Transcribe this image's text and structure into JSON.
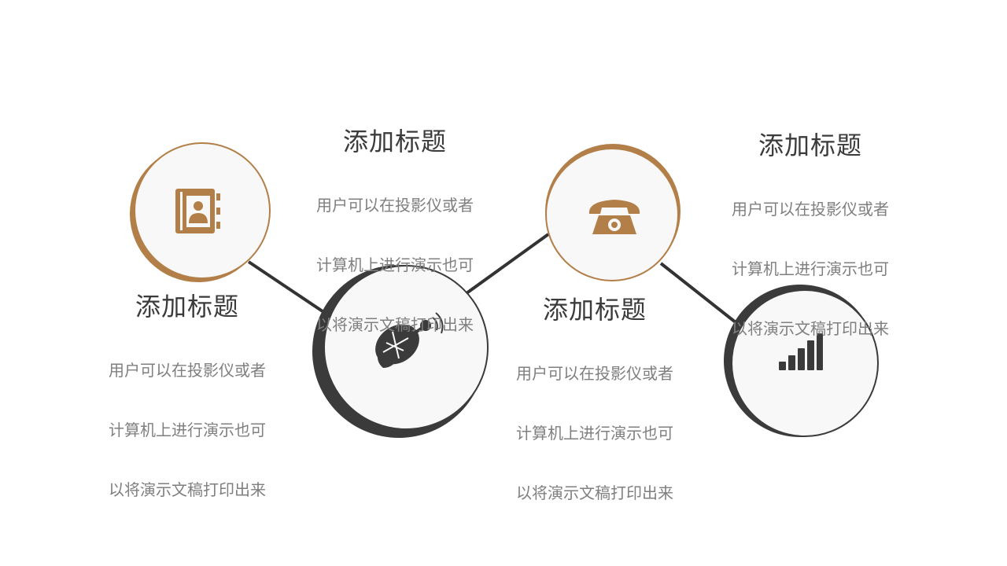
{
  "colors": {
    "accent_brown": "#b37f49",
    "accent_dark": "#3b3b3b",
    "circle_fill": "#f8f8f8",
    "connector": "#333333",
    "title_text": "#3b3b3b",
    "body_text": "#7f7f7f",
    "background": "#ffffff"
  },
  "nodes": [
    {
      "id": "node-1",
      "icon": "address-book-icon",
      "ring_color": "brown"
    },
    {
      "id": "node-2",
      "icon": "satellite-dish-icon",
      "ring_color": "dark"
    },
    {
      "id": "node-3",
      "icon": "telephone-icon",
      "ring_color": "brown"
    },
    {
      "id": "node-4",
      "icon": "signal-bars-icon",
      "ring_color": "dark"
    }
  ],
  "text_blocks": [
    {
      "title": "添加标题",
      "lines": [
        "用户可以在投影仪或者",
        "计算机上进行演示也可",
        "以将演示文稿打印出来"
      ]
    },
    {
      "title": "添加标题",
      "lines": [
        "用户可以在投影仪或者",
        "计算机上进行演示也可",
        "以将演示文稿打印出来"
      ]
    },
    {
      "title": "添加标题",
      "lines": [
        "用户可以在投影仪或者",
        "计算机上进行演示也可",
        "以将演示文稿打印出来"
      ]
    },
    {
      "title": "添加标题",
      "lines": [
        "用户可以在投影仪或者",
        "计算机上进行演示也可",
        "以将演示文稿打印出来"
      ]
    }
  ]
}
